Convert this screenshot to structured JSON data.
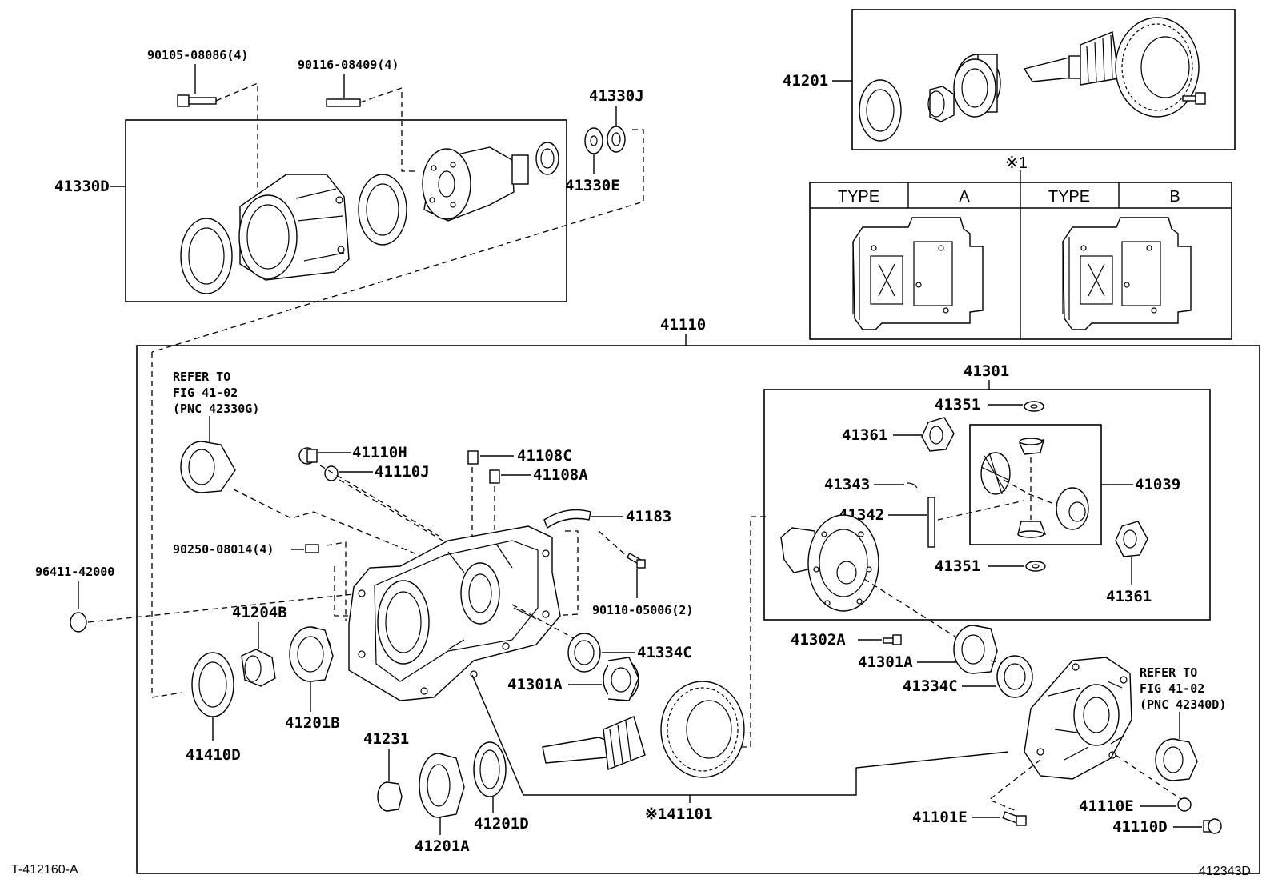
{
  "labels": {
    "p90105": "90105-08086(4)",
    "p90116": "90116-08409(4)",
    "p41330J": "41330J",
    "p41330E": "41330E",
    "p41330D": "41330D",
    "p41201": "41201",
    "note1": "※1",
    "p41110": "41110",
    "refer1_a": "REFER TO",
    "refer1_b": "FIG 41-02",
    "refer1_c": "(PNC 42330G)",
    "p41110H": "41110H",
    "p41110J": "41110J",
    "p41108C": "41108C",
    "p41108A": "41108A",
    "p41183": "41183",
    "p90250": "90250-08014(4)",
    "p96411": "96411-42000",
    "p90110": "90110-05006(2)",
    "p41204B": "41204B",
    "p41334C_l": "41334C",
    "p41301A_l": "41301A",
    "p41201B": "41201B",
    "p41410D": "41410D",
    "p41231": "41231",
    "p41201A": "41201A",
    "p41201D": "41201D",
    "p41101": "※141101",
    "p41301": "41301",
    "p41351_t": "41351",
    "p41361_t": "41361",
    "p41343": "41343",
    "p41342": "41342",
    "p41039": "41039",
    "p41351_b": "41351",
    "p41361_b": "41361",
    "p41302A": "41302A",
    "p41301A_r": "41301A",
    "p41334C_r": "41334C",
    "refer2_a": "REFER TO",
    "refer2_b": "FIG 41-02",
    "refer2_c": "(PNC 42340D)",
    "p41110E": "41110E",
    "p41101E": "41101E",
    "p41110D": "41110D",
    "code_left": "T-412160-A",
    "code_right": "412343D"
  },
  "type_table": {
    "header": [
      "TYPE",
      "A",
      "TYPE",
      "B"
    ]
  }
}
